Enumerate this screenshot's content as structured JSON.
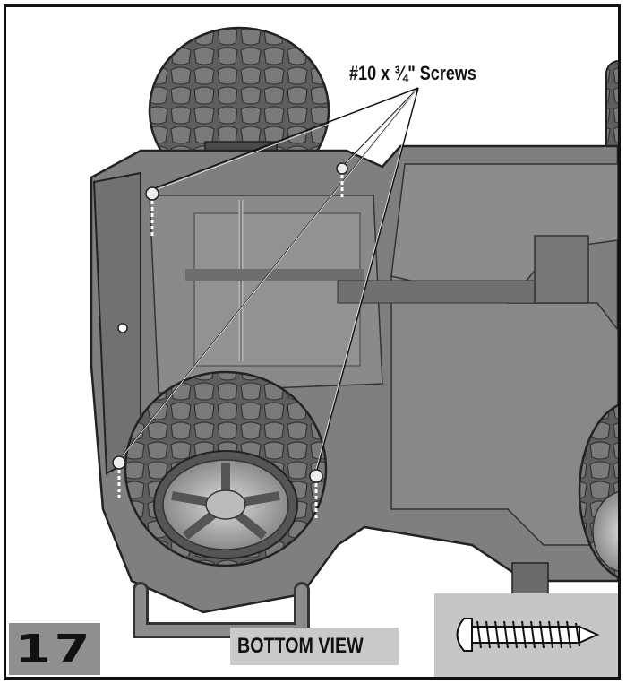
{
  "step": {
    "number": "17"
  },
  "view_label": "BOTTOM VIEW",
  "callout": {
    "screw_label": "#10 x ¾\" Screws"
  },
  "hardware": {
    "icon": "screw-icon"
  },
  "colors": {
    "border": "#111111",
    "step_box": "#8f8f8f",
    "label_box": "#c9c9c9",
    "screw_panel": "#c6c6c6",
    "vehicle": "#7d7d7d"
  }
}
